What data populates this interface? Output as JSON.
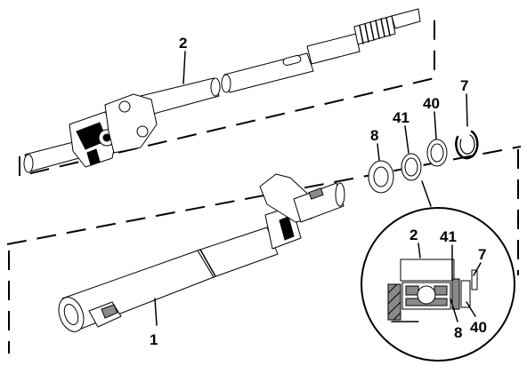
{
  "callouts": {
    "steering_shaft": "2",
    "steering_column": "1",
    "washer": "8",
    "spacer_ring": "41",
    "bearing_ring": "40",
    "circlip": "7"
  },
  "detail": {
    "shaft": "2",
    "spacer_ring": "41",
    "circlip": "7",
    "washer": "8",
    "bearing_ring": "40"
  }
}
